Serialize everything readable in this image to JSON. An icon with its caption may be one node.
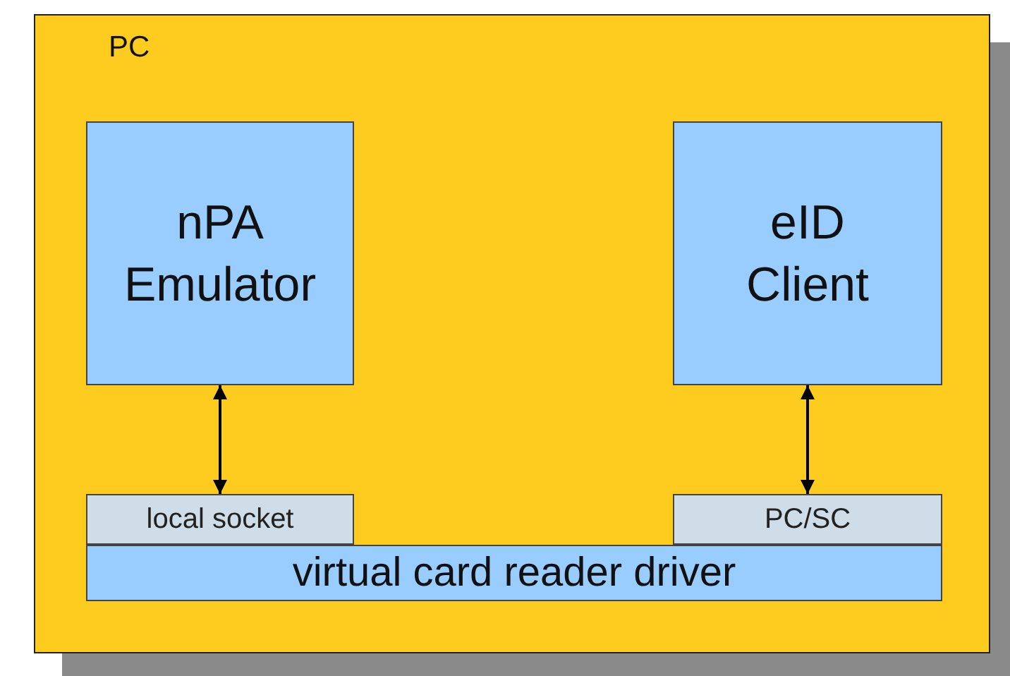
{
  "diagram": {
    "nodes": [
      {
        "text": [
          "PC"
        ]
      },
      {
        "text": [
          "nPA Emulator"
        ],
        "in": 0
      },
      {
        "text": [
          "eID Client"
        ],
        "in": 0
      },
      {
        "text": [
          "local socket"
        ],
        "in": 0
      },
      {
        "text": [
          "PC/SC"
        ],
        "in": 0
      },
      {
        "text": [
          "virtual card reader driver"
        ],
        "in": 0
      }
    ],
    "edges": [
      {
        "from": 1,
        "to": 3,
        "arrow": "both"
      },
      {
        "from": 2,
        "to": 4,
        "arrow": "both"
      }
    ]
  }
}
